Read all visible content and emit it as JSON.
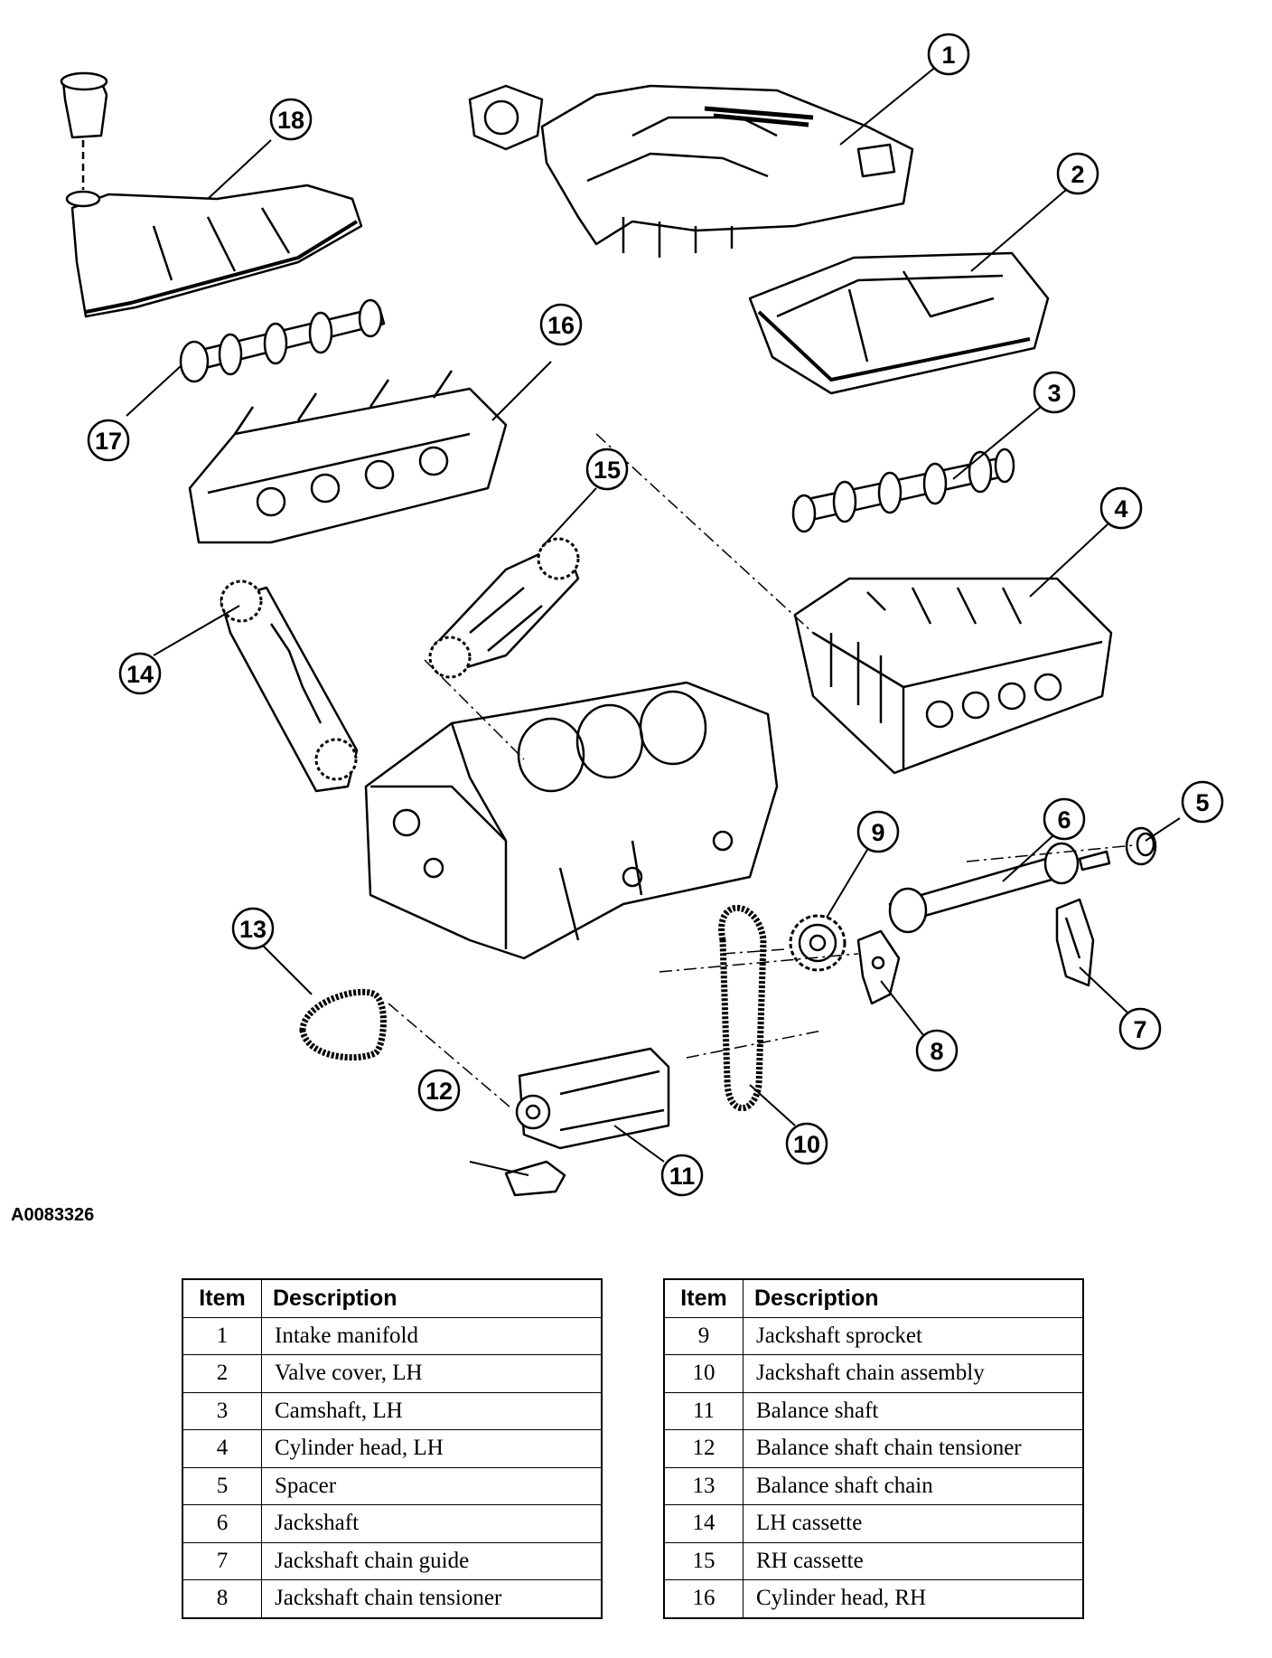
{
  "figure_id": "A0083326",
  "callouts": [
    "1",
    "2",
    "3",
    "4",
    "5",
    "6",
    "7",
    "8",
    "9",
    "10",
    "11",
    "12",
    "13",
    "14",
    "15",
    "16",
    "17",
    "18"
  ],
  "table_headers": {
    "item": "Item",
    "description": "Description"
  },
  "legend_left": [
    {
      "item": "1",
      "description": "Intake manifold"
    },
    {
      "item": "2",
      "description": "Valve cover, LH"
    },
    {
      "item": "3",
      "description": "Camshaft, LH"
    },
    {
      "item": "4",
      "description": "Cylinder head, LH"
    },
    {
      "item": "5",
      "description": "Spacer"
    },
    {
      "item": "6",
      "description": "Jackshaft"
    },
    {
      "item": "7",
      "description": "Jackshaft chain guide"
    },
    {
      "item": "8",
      "description": "Jackshaft chain tensioner"
    }
  ],
  "legend_right": [
    {
      "item": "9",
      "description": "Jackshaft sprocket"
    },
    {
      "item": "10",
      "description": "Jackshaft chain assembly"
    },
    {
      "item": "11",
      "description": "Balance shaft"
    },
    {
      "item": "12",
      "description": "Balance shaft chain tensioner"
    },
    {
      "item": "13",
      "description": "Balance shaft chain"
    },
    {
      "item": "14",
      "description": "LH cassette"
    },
    {
      "item": "15",
      "description": "RH cassette"
    },
    {
      "item": "16",
      "description": "Cylinder head, RH"
    }
  ]
}
